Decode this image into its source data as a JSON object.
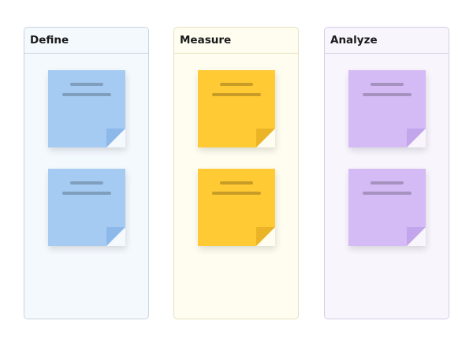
{
  "columns": [
    {
      "title": "Define",
      "background": "#f4f9fe",
      "border": "#c9d3de",
      "note_color": "#a5cbf3",
      "note_fold": "#8cb8ea"
    },
    {
      "title": "Measure",
      "background": "#fefdf0",
      "border": "#e6e1bf",
      "note_color": "#ffca34",
      "note_fold": "#ebb427"
    },
    {
      "title": "Analyze",
      "background": "#f8f5fd",
      "border": "#d5cde6",
      "note_color": "#d5bbf5",
      "note_fold": "#c2a5ea"
    }
  ],
  "notes_per_column": 2
}
